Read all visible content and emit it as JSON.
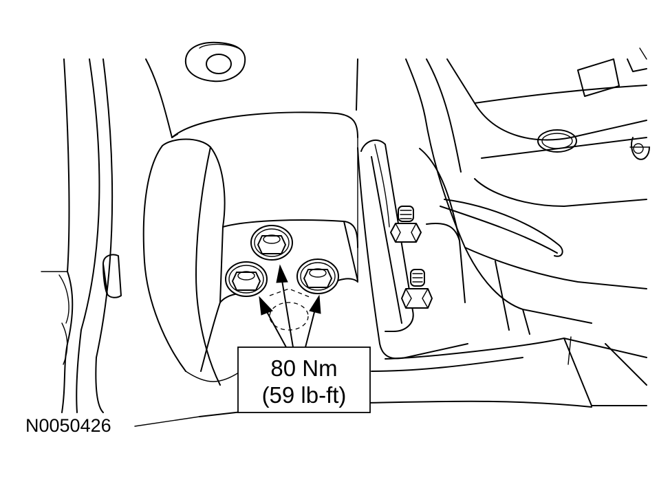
{
  "torque_callout": {
    "line1": "80 Nm",
    "line2": "(59 lb-ft)"
  },
  "figure_reference": "N0050426",
  "colors": {
    "line": "#000000",
    "background": "#ffffff"
  }
}
